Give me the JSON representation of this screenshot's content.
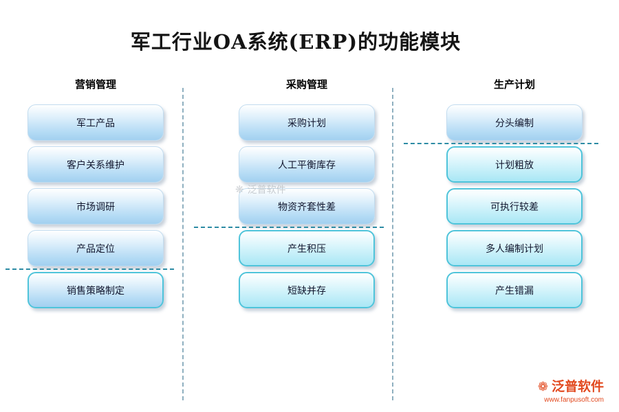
{
  "title": "军工行业OA系统(ERP)的功能模块",
  "columns": [
    {
      "header": "营销管理",
      "divider_before_item": 4,
      "items": [
        {
          "label": "军工产品",
          "variant": "plain"
        },
        {
          "label": "客户关系维护",
          "variant": "plain"
        },
        {
          "label": "市场调研",
          "variant": "plain"
        },
        {
          "label": "产品定位",
          "variant": "plain"
        },
        {
          "label": "销售策略制定",
          "variant": "plain-outlined"
        }
      ]
    },
    {
      "header": "采购管理",
      "divider_before_item": 3,
      "items": [
        {
          "label": "采购计划",
          "variant": "plain"
        },
        {
          "label": "人工平衡库存",
          "variant": "plain"
        },
        {
          "label": "物资齐套性差",
          "variant": "plain"
        },
        {
          "label": "产生积压",
          "variant": "outlined"
        },
        {
          "label": "短缺并存",
          "variant": "outlined"
        }
      ]
    },
    {
      "header": "生产计划",
      "divider_before_item": 1,
      "items": [
        {
          "label": "分头编制",
          "variant": "plain"
        },
        {
          "label": "计划粗放",
          "variant": "outlined"
        },
        {
          "label": "可执行较差",
          "variant": "outlined"
        },
        {
          "label": "多人编制计划",
          "variant": "outlined"
        },
        {
          "label": "产生错漏",
          "variant": "outlined"
        }
      ]
    }
  ],
  "watermark_center": {
    "brand": "泛普软件"
  },
  "brand_footer": {
    "name": "泛普软件",
    "url": "www.fanpusoft.com"
  },
  "colors": {
    "box_blue": "#a2d0f0",
    "box_cyan_border": "#4fc4da",
    "group_divider": "#2c8ba4",
    "column_divider": "#8fb0c0",
    "brand_red": "#e2491f"
  }
}
